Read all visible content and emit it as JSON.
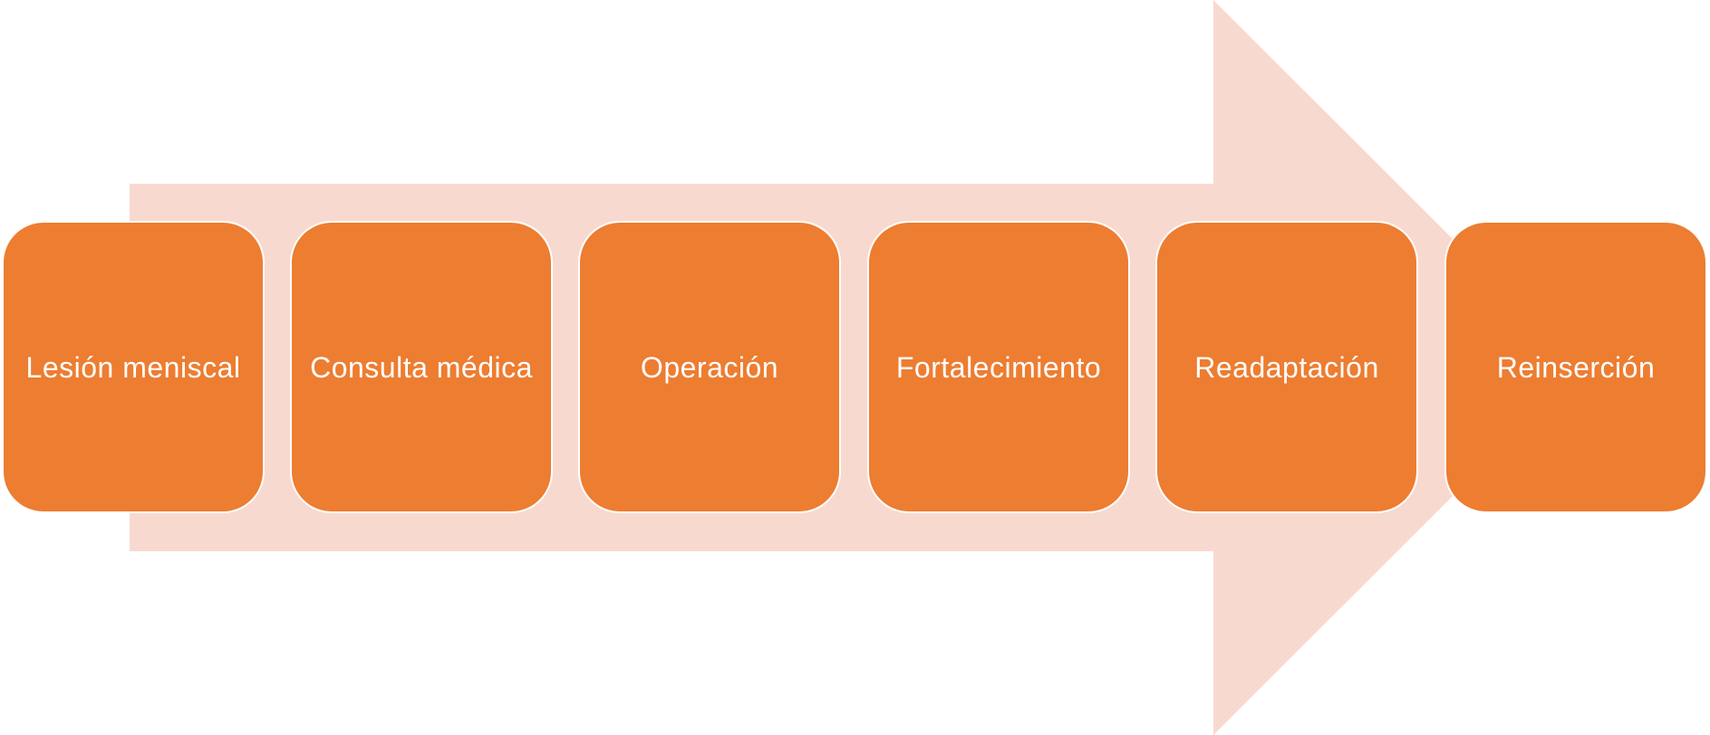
{
  "diagram": {
    "colors": {
      "arrow": "#f8d9cf",
      "box": "#ed7d31",
      "box_border": "#ffffff",
      "text": "#ffffff"
    },
    "steps": [
      {
        "label": "Lesión meniscal"
      },
      {
        "label": "Consulta médica"
      },
      {
        "label": "Operación"
      },
      {
        "label": "Fortalecimiento"
      },
      {
        "label": "Readaptación"
      },
      {
        "label": "Reinserción"
      }
    ]
  }
}
